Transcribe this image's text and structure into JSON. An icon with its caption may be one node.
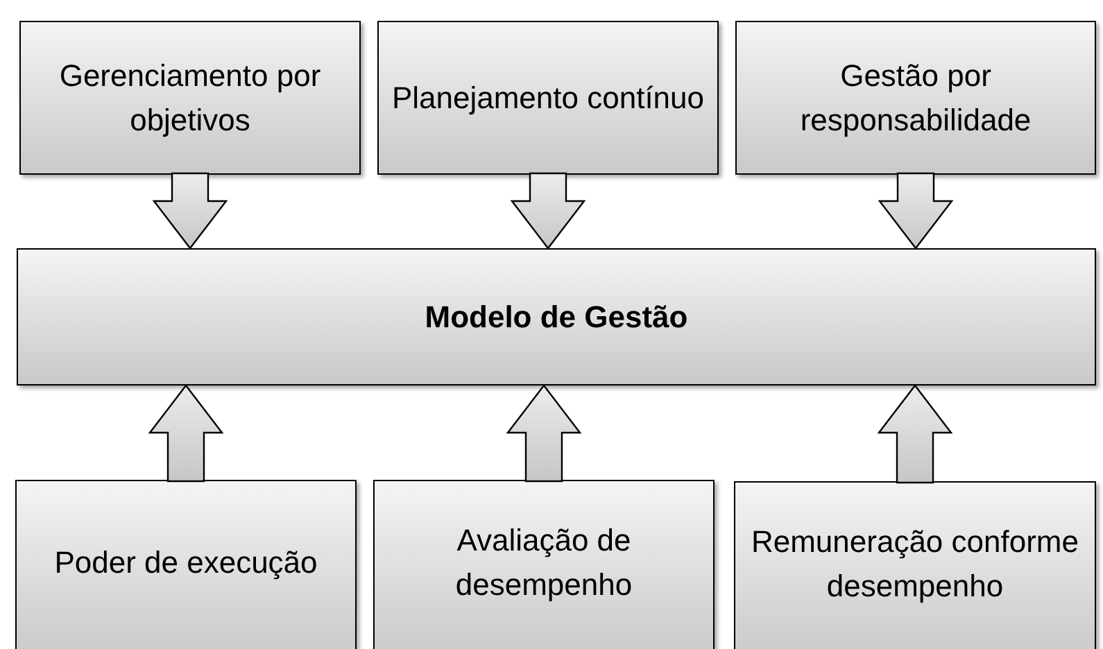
{
  "diagram": {
    "nodes": [
      {
        "text": [
          "Gerenciamento por objetivos"
        ]
      },
      {
        "text": [
          "Planejamento contínuo"
        ]
      },
      {
        "text": [
          "Gestão por responsabilidade"
        ]
      },
      {
        "text": [
          "Modelo de Gestão"
        ]
      },
      {
        "text": [
          "Poder de execução"
        ]
      },
      {
        "text": [
          "Avaliação de desempenho"
        ]
      },
      {
        "text": [
          "Remuneração conforme desempenho"
        ]
      }
    ],
    "edges": [
      {
        "from": 0,
        "to": 3,
        "arrow": "to"
      },
      {
        "from": 1,
        "to": 3,
        "arrow": "to"
      },
      {
        "from": 2,
        "to": 3,
        "arrow": "to"
      },
      {
        "from": 4,
        "to": 3,
        "arrow": "to"
      },
      {
        "from": 5,
        "to": 3,
        "arrow": "to"
      },
      {
        "from": 6,
        "to": 3,
        "arrow": "to"
      }
    ]
  }
}
